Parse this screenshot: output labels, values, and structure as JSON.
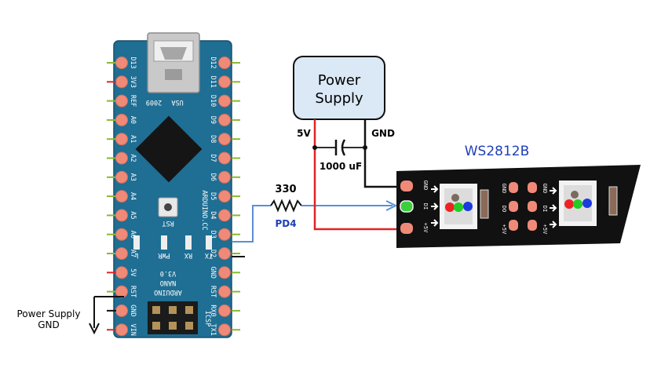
{
  "power_supply": {
    "label_line1": "Power",
    "label_line2": "Supply"
  },
  "rails": {
    "v5": "5V",
    "gnd": "GND"
  },
  "capacitor": {
    "value": "1000 uF"
  },
  "resistor": {
    "value": "330",
    "net": "PD4"
  },
  "strip": {
    "title": "WS2812B",
    "pad_gnd": "GND",
    "pad_di": "DI",
    "pad_do": "DO",
    "pad_5v": "+5V"
  },
  "ground_note": {
    "line1": "Power Supply",
    "line2": "GND"
  },
  "nano": {
    "usb_label": "USA",
    "year": "2009",
    "rst_label": "RST",
    "name_line1": "ARDUINO.CC",
    "model_line1": "ARDUINO",
    "model_line2": "NANO",
    "model_line3": "V3.0",
    "icsp": "ICSP",
    "led_labels": [
      "L",
      "PWR",
      "RX",
      "TX"
    ],
    "left_pins": [
      "D13",
      "3V3",
      "REF",
      "A0",
      "A1",
      "A2",
      "A3",
      "A4",
      "A5",
      "A6",
      "A7",
      "5V",
      "RST",
      "GND",
      "VIN"
    ],
    "right_pins": [
      "D12",
      "D11",
      "D10",
      "D9",
      "D8",
      "D7",
      "D6",
      "D5",
      "D4",
      "D3",
      "D2",
      "GND",
      "RST",
      "RX0",
      "TX1"
    ]
  },
  "colors": {
    "board": "#1f6e93",
    "pad": "#f08a78",
    "wire_red": "#e02424",
    "wire_black": "#111111",
    "wire_blue": "#5b8fd6",
    "psu_fill": "#dbe8f5",
    "strip_title": "#1f3fb6"
  }
}
